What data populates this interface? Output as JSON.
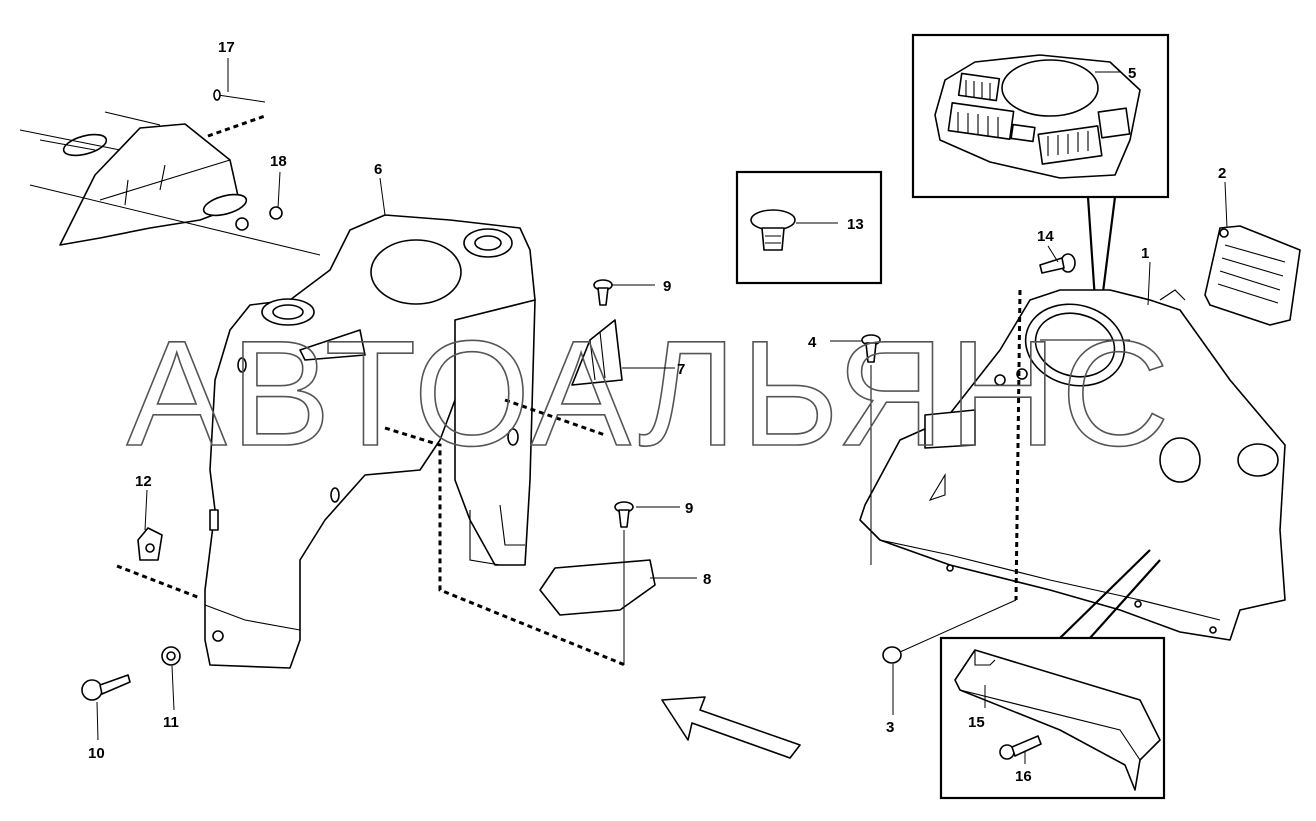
{
  "watermark": "АВТОАЛЬЯНС",
  "callouts": [
    {
      "id": "c1",
      "label": "1"
    },
    {
      "id": "c2",
      "label": "2"
    },
    {
      "id": "c3",
      "label": "3"
    },
    {
      "id": "c4",
      "label": "4"
    },
    {
      "id": "c5",
      "label": "5"
    },
    {
      "id": "c6",
      "label": "6"
    },
    {
      "id": "c7",
      "label": "7"
    },
    {
      "id": "c8",
      "label": "8"
    },
    {
      "id": "c9a",
      "label": "9"
    },
    {
      "id": "c9b",
      "label": "9"
    },
    {
      "id": "c10",
      "label": "10"
    },
    {
      "id": "c11",
      "label": "11"
    },
    {
      "id": "c12",
      "label": "12"
    },
    {
      "id": "c13",
      "label": "13"
    },
    {
      "id": "c14",
      "label": "14"
    },
    {
      "id": "c15",
      "label": "15"
    },
    {
      "id": "c16",
      "label": "16"
    },
    {
      "id": "c17",
      "label": "17"
    },
    {
      "id": "c18",
      "label": "18"
    }
  ]
}
